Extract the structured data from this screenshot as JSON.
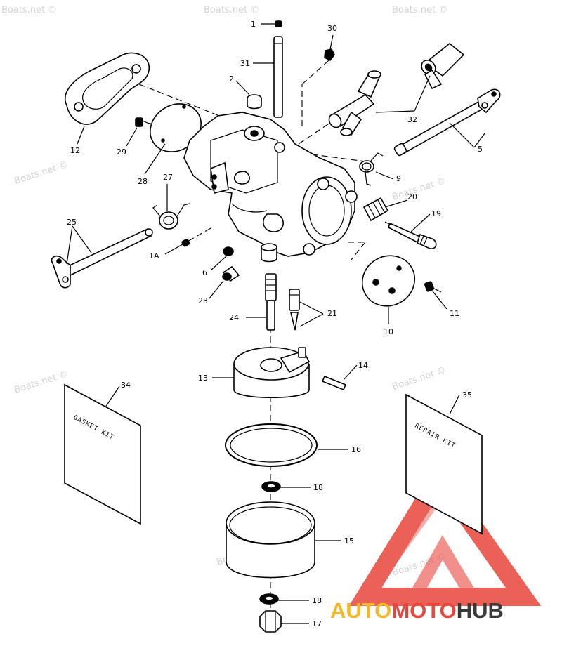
{
  "watermark": "Boats.net ©",
  "callouts": [
    {
      "id": "c1",
      "text": "1"
    },
    {
      "id": "c30",
      "text": "30"
    },
    {
      "id": "c31",
      "text": "31"
    },
    {
      "id": "c2",
      "text": "2"
    },
    {
      "id": "c12",
      "text": "12"
    },
    {
      "id": "c29",
      "text": "29"
    },
    {
      "id": "c28",
      "text": "28"
    },
    {
      "id": "c27",
      "text": "27"
    },
    {
      "id": "c32",
      "text": "32"
    },
    {
      "id": "c5",
      "text": "5"
    },
    {
      "id": "c9",
      "text": "9"
    },
    {
      "id": "c20",
      "text": "20"
    },
    {
      "id": "c19",
      "text": "19"
    },
    {
      "id": "c25",
      "text": "25"
    },
    {
      "id": "c1A",
      "text": "1A"
    },
    {
      "id": "c6",
      "text": "6"
    },
    {
      "id": "c23",
      "text": "23"
    },
    {
      "id": "c11",
      "text": "11"
    },
    {
      "id": "c10",
      "text": "10"
    },
    {
      "id": "c24",
      "text": "24"
    },
    {
      "id": "c21",
      "text": "21"
    },
    {
      "id": "c13",
      "text": "13"
    },
    {
      "id": "c14",
      "text": "14"
    },
    {
      "id": "c34",
      "text": "34"
    },
    {
      "id": "c35",
      "text": "35"
    },
    {
      "id": "c16",
      "text": "16"
    },
    {
      "id": "c18a",
      "text": "18"
    },
    {
      "id": "c15",
      "text": "15"
    },
    {
      "id": "c18b",
      "text": "18"
    },
    {
      "id": "c17",
      "text": "17"
    }
  ],
  "kits": {
    "gasket": "GASKET KIT",
    "repair": "REPAIR KIT"
  },
  "logo": {
    "part1": "AUTO",
    "part2": "MOTO",
    "part3": "HUB",
    "colors": {
      "red": "#e8463c",
      "yellow": "#f4b62a",
      "dark": "#3a3a3a"
    }
  }
}
